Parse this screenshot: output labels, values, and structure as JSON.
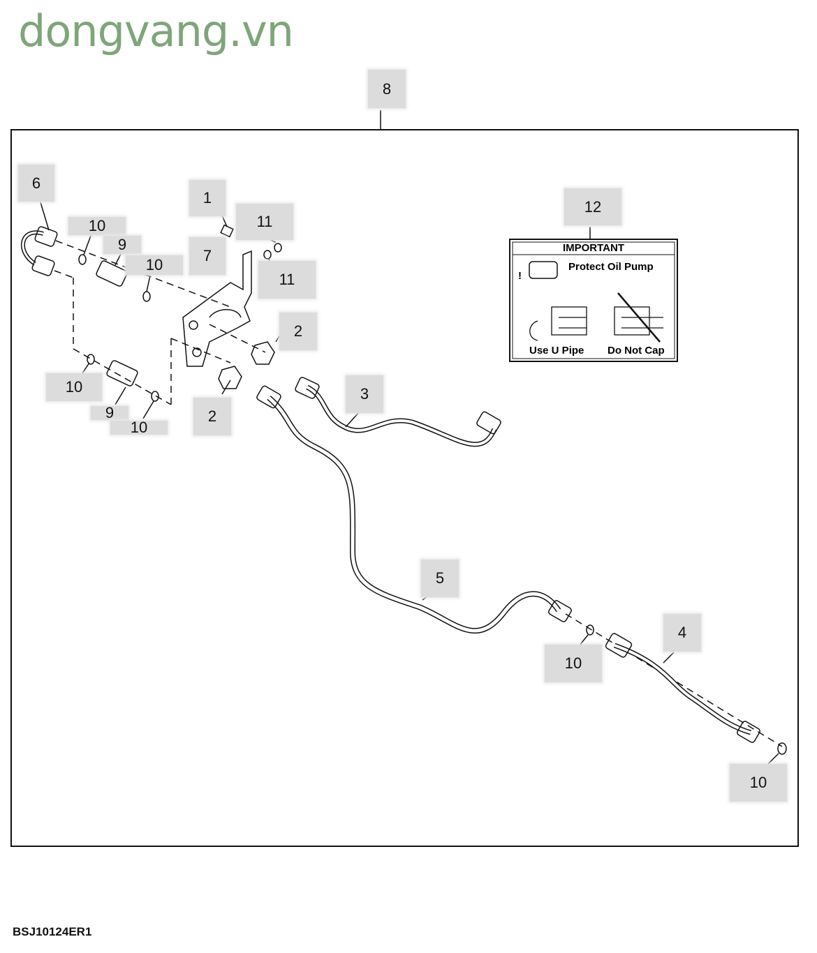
{
  "watermark": "dongvang.vn",
  "figure_code": "BSJ10124ER1",
  "callouts": {
    "c8": "8",
    "c6": "6",
    "c1": "1",
    "c11a": "11",
    "c11b": "11",
    "c10a": "10",
    "c9a": "9",
    "c10b": "10",
    "c7": "7",
    "c12": "12",
    "c2a": "2",
    "c2b": "2",
    "c3": "3",
    "c10c": "10",
    "c9b": "9",
    "c10d": "10",
    "c5": "5",
    "c4": "4",
    "c10e": "10",
    "c10f": "10"
  },
  "decal": {
    "title": "IMPORTANT",
    "protect": "Protect Oil Pump",
    "use": "Use U Pipe",
    "donot": "Do Not Cap"
  }
}
